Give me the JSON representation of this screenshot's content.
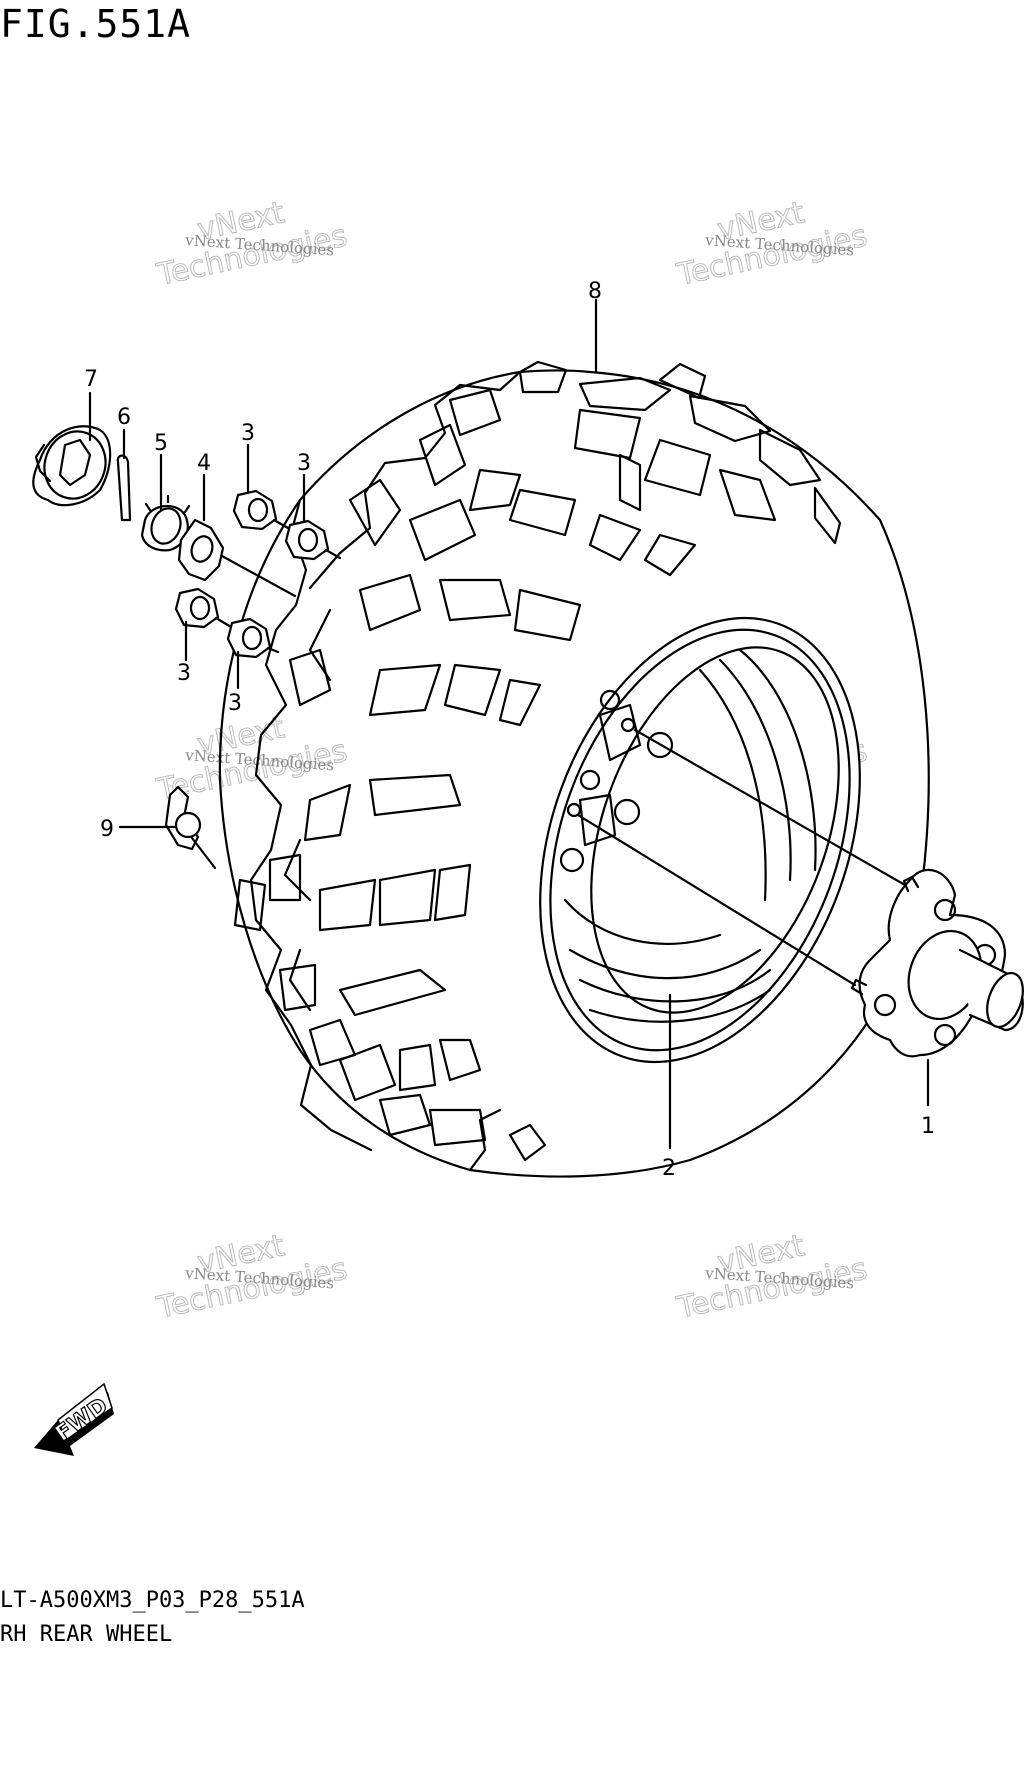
{
  "figure": {
    "title": "FIG.551A"
  },
  "footer": {
    "model_code": "LT-A500XM3_P03_P28_551A",
    "diagram_name": "RH REAR WHEEL"
  },
  "watermark": {
    "line1": "vNext Technologies",
    "line2": "Technologies",
    "line3": "vNext"
  },
  "direction_arrow": {
    "label": "FWD"
  },
  "callouts": {
    "hub": "1",
    "rim": "2",
    "nut_a": "3",
    "nut_b": "3",
    "nut_c": "3",
    "nut_d": "3",
    "washer": "4",
    "castle_nut": "5",
    "cotter_pin": "6",
    "cap": "7",
    "tire": "8",
    "valve": "9"
  },
  "icons": {
    "direction": "fwd-arrow-icon"
  }
}
